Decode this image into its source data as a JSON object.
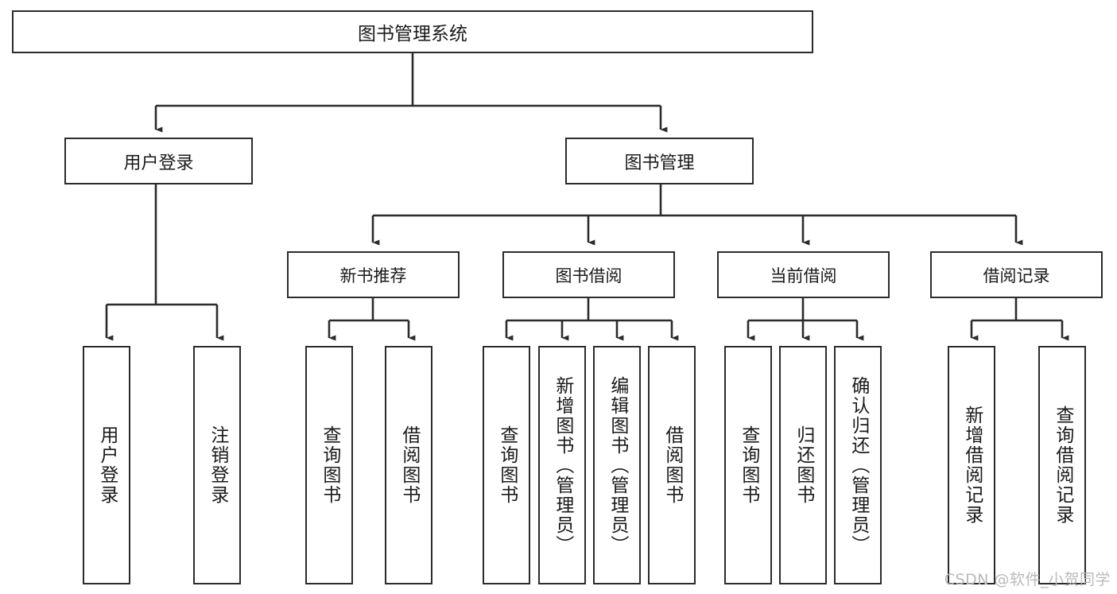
{
  "diagram": {
    "title": "图书管理系统",
    "root": {
      "label": "图书管理系统"
    },
    "level2": [
      {
        "label": "用户登录"
      },
      {
        "label": "图书管理"
      }
    ],
    "level3": [
      {
        "label": "新书推荐"
      },
      {
        "label": "图书借阅"
      },
      {
        "label": "当前借阅"
      },
      {
        "label": "借阅记录"
      }
    ],
    "leaves": [
      {
        "label": "用户登录"
      },
      {
        "label": "注销登录"
      },
      {
        "label": "查询图书"
      },
      {
        "label": "借阅图书"
      },
      {
        "label": "查询图书"
      },
      {
        "label": "新增图书（管理员）"
      },
      {
        "label": "编辑图书（管理员）"
      },
      {
        "label": "借阅图书"
      },
      {
        "label": "查询图书"
      },
      {
        "label": "归还图书"
      },
      {
        "label": "确认归还（管理员）"
      },
      {
        "label": "新增借阅记录"
      },
      {
        "label": "查询借阅记录"
      }
    ],
    "watermark": "CSDN @软件_小贺同学",
    "colors": {
      "stroke": "#2b2b2b",
      "fill": "#ffffff",
      "text": "#1a1a1a",
      "watermark": "#b9b9b9"
    }
  }
}
